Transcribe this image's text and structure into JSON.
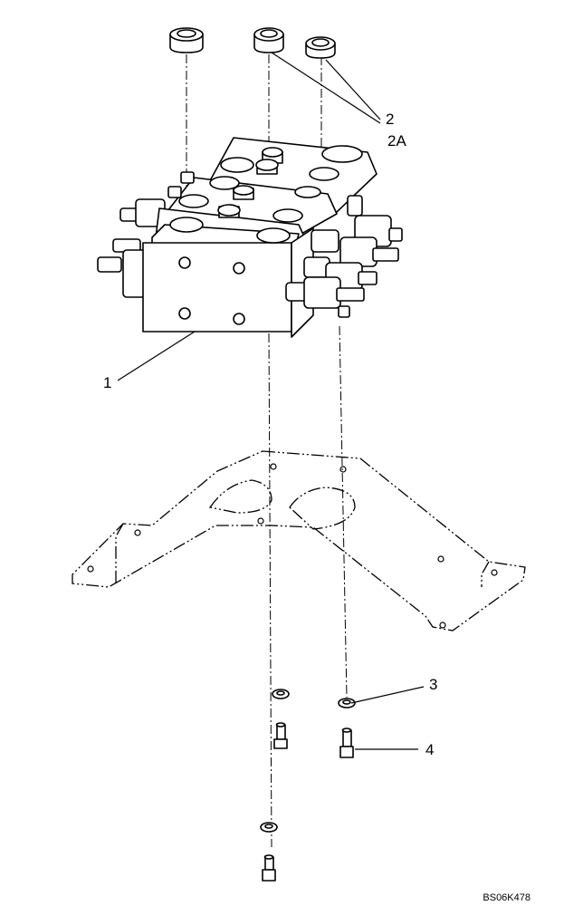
{
  "callouts": {
    "c1": "1",
    "c2": "2",
    "c2a": "2A",
    "c3": "3",
    "c4": "4"
  },
  "drawing_ref": "BS06K478"
}
